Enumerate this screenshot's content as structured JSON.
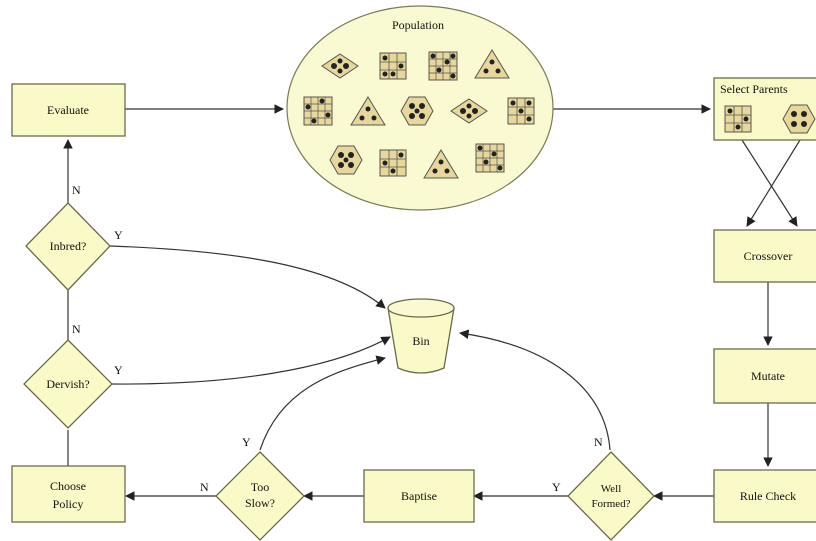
{
  "population": {
    "label": "Population"
  },
  "nodes": {
    "evaluate": "Evaluate",
    "select_parents": "Select Parents",
    "crossover": "Crossover",
    "mutate": "Mutate",
    "rule_check": "Rule Check",
    "well_formed_line1": "Well",
    "well_formed_line2": "Formed?",
    "baptise": "Baptise",
    "too_slow_line1": "Too",
    "too_slow_line2": "Slow?",
    "choose_policy_line1": "Choose",
    "choose_policy_line2": "Policy",
    "dervish": "Dervish?",
    "inbred": "Inbred?",
    "bin": "Bin"
  },
  "edge_labels": {
    "inbred_no": "N",
    "inbred_yes": "Y",
    "dervish_no": "N",
    "dervish_yes": "Y",
    "well_formed_no": "N",
    "well_formed_yes": "Y",
    "too_slow_no": "N",
    "too_slow_yes": "Y"
  },
  "colors": {
    "box_fill": "#fafac8",
    "ellipse_fill": "#fafad2",
    "stroke": "#6b6b4a",
    "tile_fill": "#e8d79a"
  },
  "icons": [
    "grid-pattern-icon",
    "diamond-pattern-icon",
    "hexagon-pattern-icon",
    "triangle-pattern-icon"
  ]
}
